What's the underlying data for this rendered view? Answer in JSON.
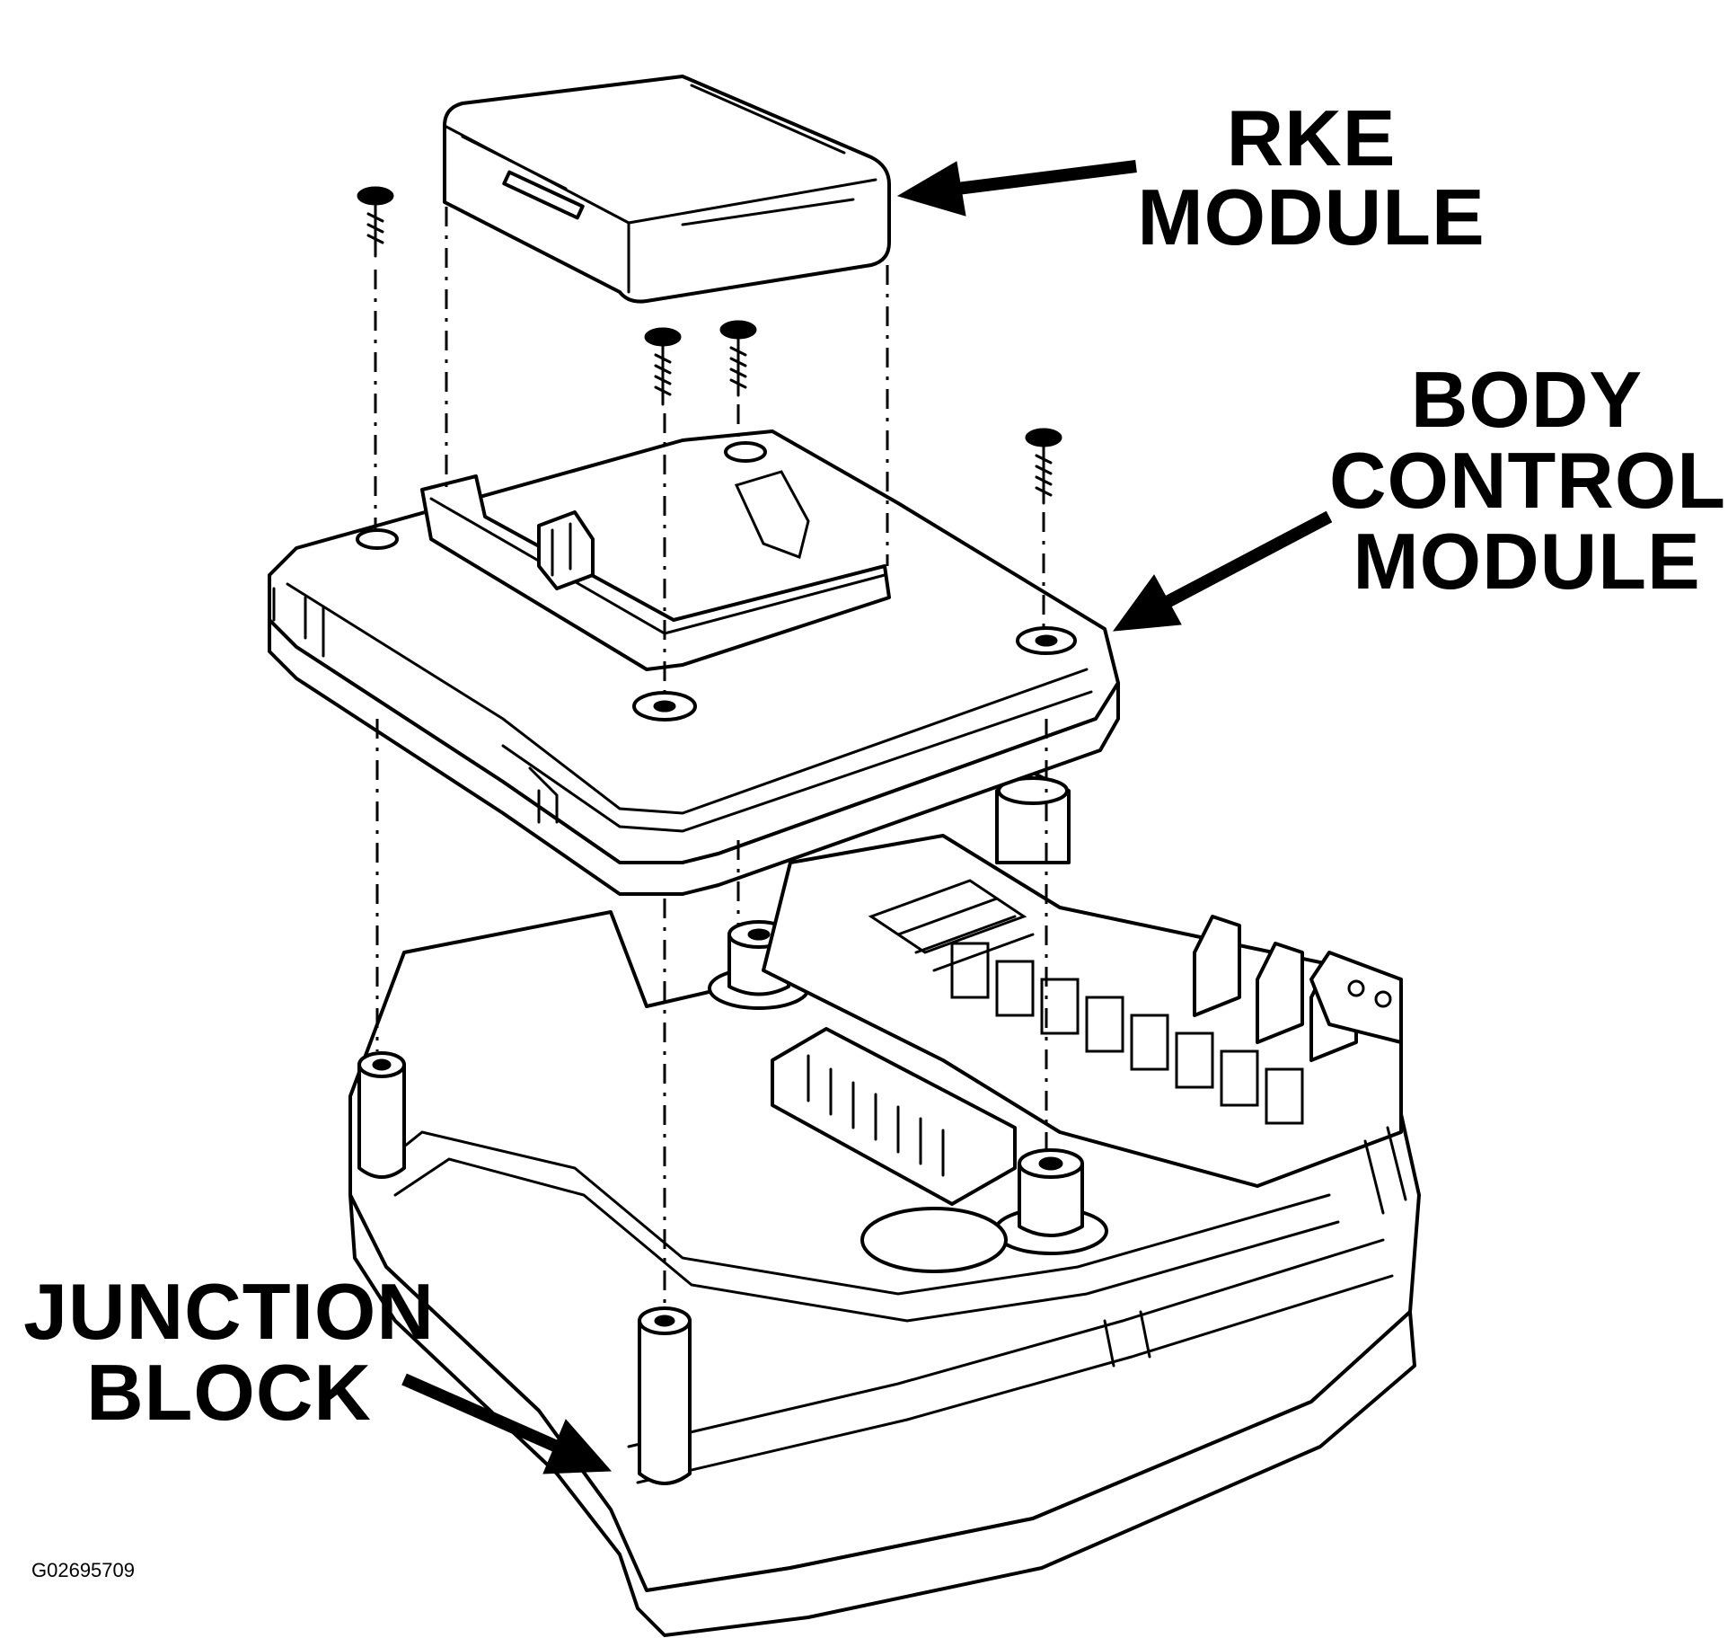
{
  "labels": {
    "rke_module": [
      "RKE",
      "MODULE"
    ],
    "body_control_module": [
      "BODY",
      "CONTROL",
      "MODULE"
    ],
    "junction_block": [
      "JUNCTION",
      "BLOCK"
    ]
  },
  "figure_id": "G02695709",
  "colors": {
    "ink": "#000000",
    "paper": "#ffffff"
  }
}
